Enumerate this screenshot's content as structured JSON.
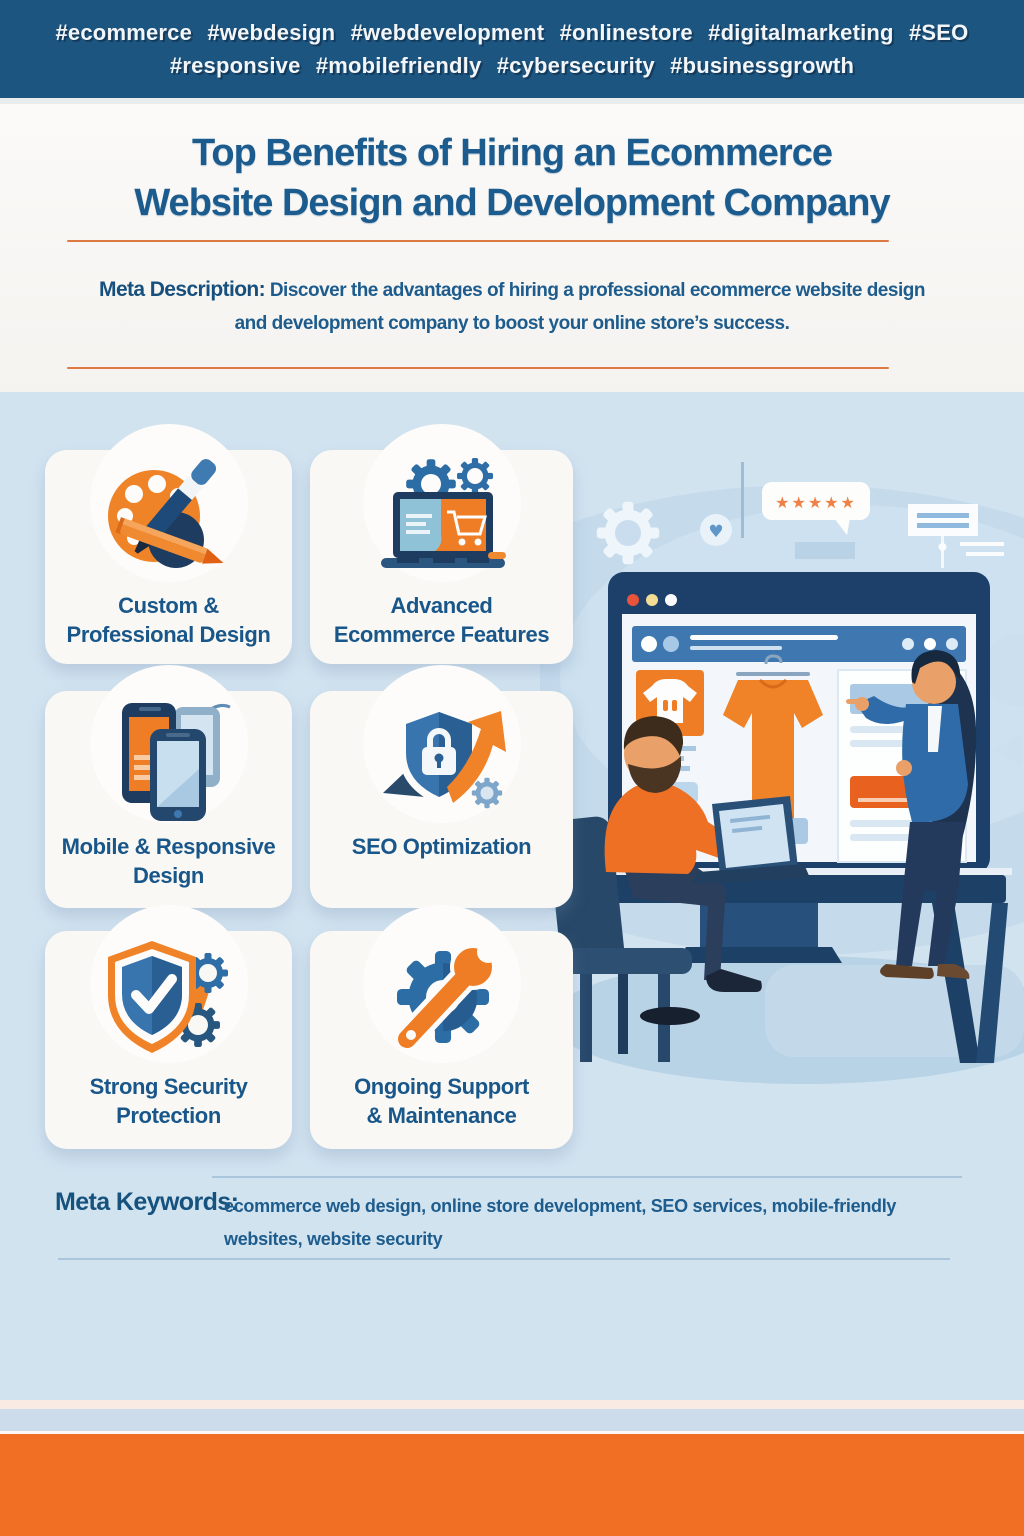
{
  "banner": {
    "line1": "#ecommerce  #webdesign  #webdevelopment  #onlinestore  #digitalmarketing  #SEO",
    "line2": "#responsive  #mobilefriendly  #cybersecurity  #businessgrowth"
  },
  "header": {
    "title": "Top Benefits of Hiring an Ecommerce\nWebsite Design and Development Company",
    "meta_description_label": "Meta Description:",
    "meta_description_text": "Discover the advantages of hiring a professional ecommerce website design\nand development company to boost your online store’s success."
  },
  "benefits": [
    {
      "label": "Custom &\nProfessional Design",
      "icon": "palette-and-pen-icon"
    },
    {
      "label": "Advanced\nEcommerce Features",
      "icon": "laptop-cart-gears-icon"
    },
    {
      "label": "Mobile & Responsive\nDesign",
      "icon": "mobile-phones-icon"
    },
    {
      "label": "SEO Optimization",
      "icon": "shield-lock-growth-arrow-icon"
    },
    {
      "label": "Strong Security\nProtection",
      "icon": "shield-check-gears-icon"
    },
    {
      "label": "Ongoing Support\n& Maintenance",
      "icon": "gear-wrench-icon"
    }
  ],
  "keywords": {
    "label": "Meta Keywords:",
    "text": "ecommerce web design, online store development, SEO services, mobile-friendly\nwebsites, website security"
  },
  "illustration": {
    "description": "Woman presenting an ecommerce website on a large monitor while a man works on a laptop",
    "rating_stars": 5,
    "stars_text": "★★★★★",
    "heart_glyph": "♥"
  },
  "colors": {
    "banner_blue": "#1d5581",
    "heading_blue": "#1b5b8d",
    "accent_orange": "#ee7a35",
    "content_background": "#d2e3f0",
    "card_background": "#faf8f4",
    "footer_orange": "#f06f25"
  }
}
